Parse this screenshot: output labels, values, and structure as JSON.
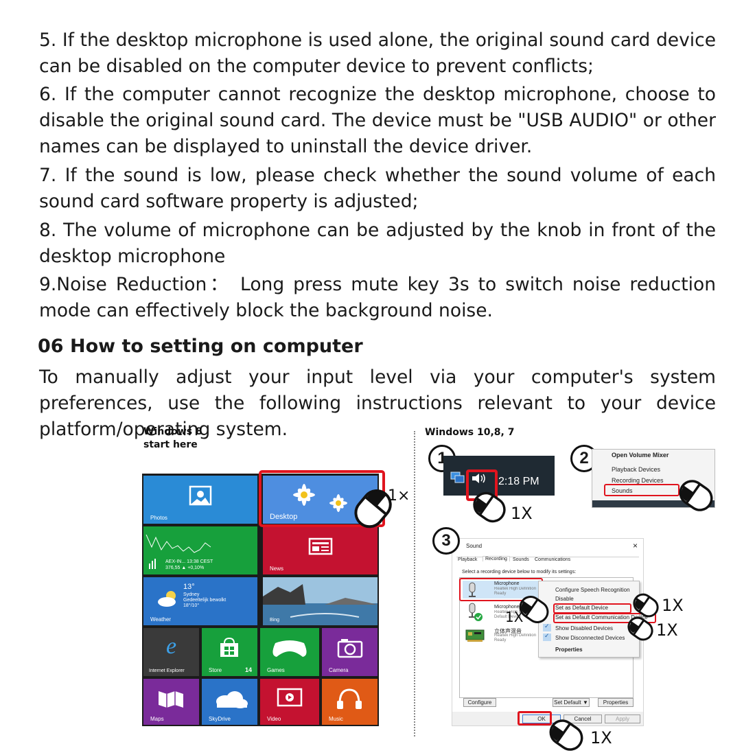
{
  "paragraphs": {
    "p5": "5. If the desktop microphone is used alone, the original sound card device can be disabled on the computer device to prevent conflicts;",
    "p6": "6. If the computer cannot recognize the desktop microphone, choose to disable the original sound card. The device must be \"USB AUDIO\" or other names can be displayed to uninstall the device driver.",
    "p7": "7. If the sound is low, please check whether the sound volume of each sound card software property is adjusted;",
    "p8": "8. The volume of microphone can be adjusted by the knob in front of the desktop microphone",
    "p9": "9.Noise Reduction： Long press mute key 3s to switch noise reduction mode can effectively block the background noise."
  },
  "section": {
    "heading": "06 How to setting on computer",
    "intro": "To manually adjust your input level via your computer's system preferences, use the following instructions relevant to your device platform/operating system."
  },
  "win8": {
    "label_line1": "Windows 8",
    "label_line2": "start here",
    "click_count": "1×",
    "tiles": {
      "photos": "Photos",
      "desktop": "Desktop",
      "finance_line1": "AEX-IN... 13:38 CEST",
      "finance_line2": "376,55 ▲ +0,10%",
      "news": "News",
      "weather_temp": "13°",
      "weather_city": "Sydney",
      "weather_desc": "Gedeeltelijk bewolkt",
      "weather_range": "18°/10°",
      "weather": "Weather",
      "bing": "Bing",
      "ie": "Internet Explorer",
      "store": "Store",
      "store_badge": "14",
      "games": "Games",
      "camera": "Camera",
      "maps": "Maps",
      "skydrive": "SkyDrive",
      "video": "Video",
      "music": "Music"
    }
  },
  "win10": {
    "label": "Windows 10,8, 7",
    "step1": "1",
    "step2": "2",
    "step3": "3",
    "clock": "2:18 PM",
    "click_count": "1X",
    "context_menu": [
      "Open Volume Mixer",
      "Playback Devices",
      "Recording Devices",
      "Sounds"
    ],
    "dialog": {
      "title": "Sound",
      "close": "×",
      "tabs": [
        "Playback",
        "Recording",
        "Sounds",
        "Communications"
      ],
      "instruction": "Select a recording device below to modify its settings:",
      "devices": [
        {
          "name": "Microphone",
          "desc": "Realtek High Definition Audio",
          "status": "Ready"
        },
        {
          "name": "Microphone",
          "desc": "Realtek High Definition Audio",
          "status": "Default Device"
        },
        {
          "name": "立体声混音",
          "desc": "Realtek High Definition Audio",
          "status": "Ready"
        }
      ],
      "right_menu": [
        "Configure Speech Recognition",
        "Disable",
        "Set as Default Device",
        "Set as Default Communication Device",
        "Show Disabled Devices",
        "Show Disconnected Devices",
        "Properties"
      ],
      "buttons": {
        "configure": "Configure",
        "set_default": "Set Default ▼",
        "properties": "Properties",
        "ok": "OK",
        "cancel": "Cancel",
        "apply": "Apply"
      }
    }
  },
  "colors": {
    "red": "#e0141e",
    "tile_blue": "#2a8bd6",
    "tile_green": "#17a03c",
    "tile_crimson": "#c41230",
    "tile_purple": "#7a2b9a",
    "tile_orange": "#e05a16",
    "tile_darkgray": "#3a3a3a"
  }
}
